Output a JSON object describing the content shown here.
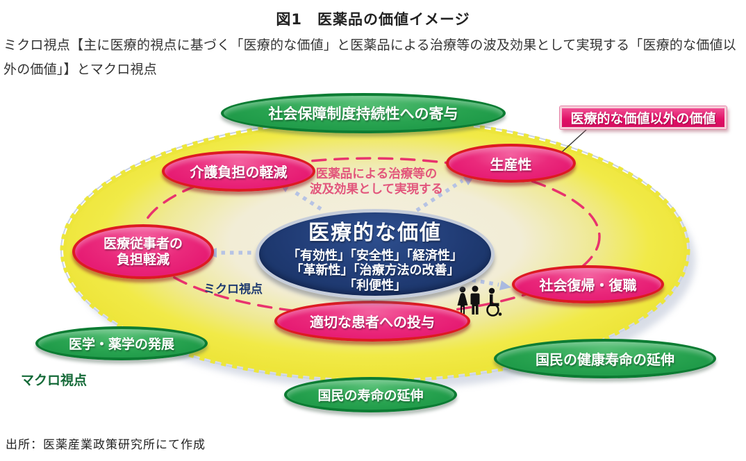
{
  "title": "図1　医薬品の価値イメージ",
  "subtitle": "ミクロ視点【主に医療的視点に基づく「医療的な価値」と医薬品による治療等の波及効果として実現する「医療的な価値以外の価値」】とマクロ視点",
  "source": "出所：医薬産業政策研究所にて作成",
  "callout": {
    "label": "医療的な価値以外の価値"
  },
  "center_node": {
    "title": "医療的な価値",
    "lines": [
      "「有効性」「安全性」「経済性」",
      "「革新性」「治療方法の改善」",
      "「利便性」"
    ]
  },
  "spillover_note": {
    "lines": [
      "医薬品による治療等の",
      "波及効果として実現する"
    ]
  },
  "labels": {
    "micro": "ミクロ視点",
    "macro": "マクロ視点"
  },
  "pink_nodes": [
    {
      "label": "介護負担の軽減"
    },
    {
      "label": "生産性"
    },
    {
      "label": "医療従事者の負担軽減",
      "lines": [
        "医療従事者の",
        "負担軽減"
      ]
    },
    {
      "label": "社会復帰・復職"
    },
    {
      "label": "適切な患者への投与"
    }
  ],
  "green_nodes": [
    {
      "label": "社会保障制度持続性への寄与"
    },
    {
      "label": "医学・薬学の発展"
    },
    {
      "label": "国民の寿命の延伸"
    },
    {
      "label": "国民の健康寿命の延伸"
    }
  ],
  "icons": {
    "people": [
      "woman-icon",
      "man-icon",
      "wheelchair-icon"
    ]
  },
  "colors": {
    "field_yellow": "#efe63b",
    "field_inner": "#f3eedb",
    "pink_fill": "#e5156f",
    "pink_rim": "#dd1a22",
    "green_fill": "#23a04c",
    "green_rim": "#0c7c33",
    "navy_fill": "#1f3b73",
    "navy_rim": "#c6cdda",
    "callout_fill": "#e01066",
    "callout_border": "#f7cdd9",
    "dash_ring": "#e8336e",
    "arrow_dots": "#b6c3e4",
    "micro_text": "#1e3a70",
    "macro_text": "#156a38",
    "spill_text": "#e2567c"
  }
}
